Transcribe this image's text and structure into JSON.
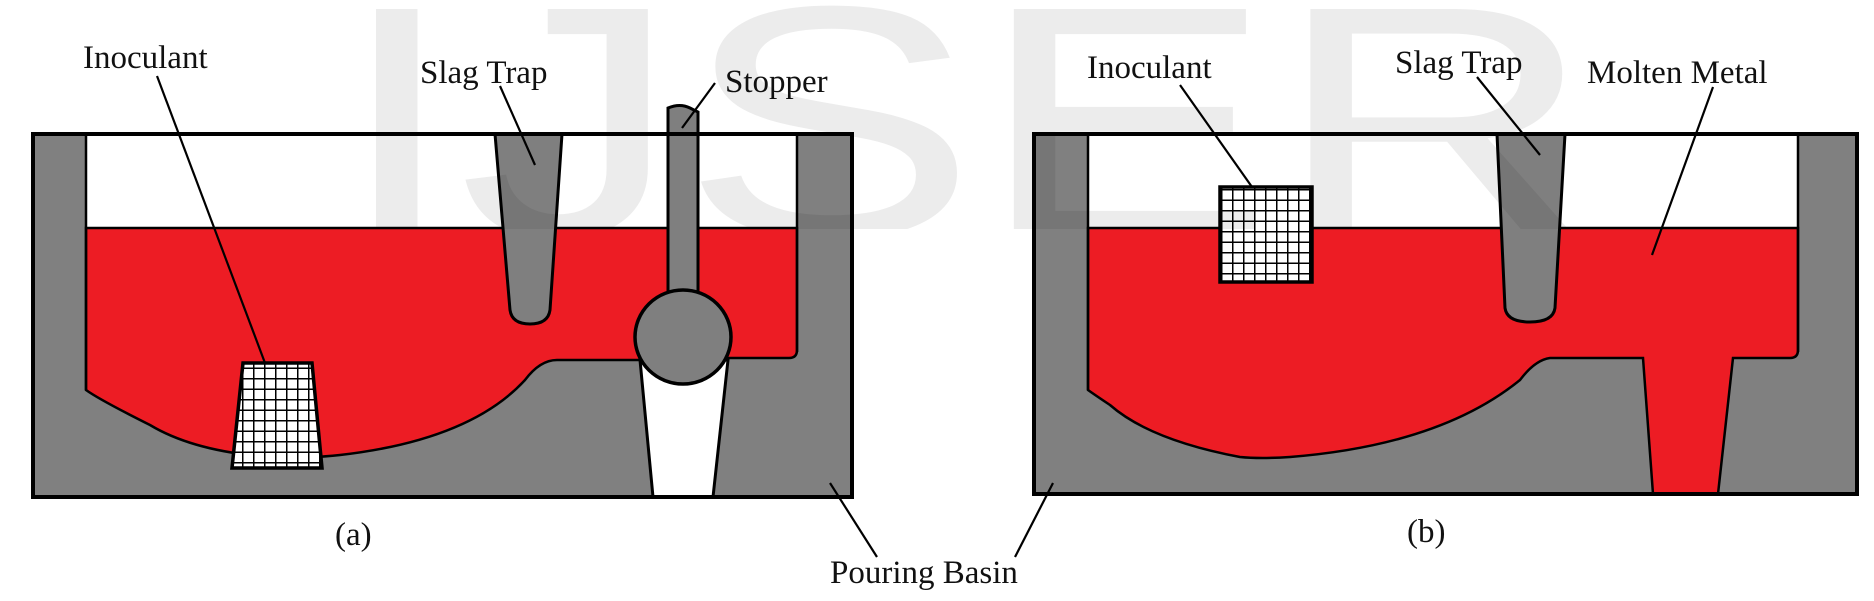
{
  "figure": {
    "watermark": "IJSER",
    "colors": {
      "molten_metal": "#ed1c24",
      "refractory": "#808080",
      "slag_trap": "#7f7f7f",
      "empty": "#ffffff",
      "watermark": "#dcdcdc",
      "outline": "#000000"
    },
    "panel_a": {
      "caption": "(a)",
      "labels": {
        "inoculant": "Inoculant",
        "slag_trap": "Slag Trap",
        "stopper": "Stopper"
      }
    },
    "panel_b": {
      "caption": "(b)",
      "labels": {
        "inoculant": "Inoculant",
        "slag_trap": "Slag Trap",
        "molten_metal": "Molten Metal"
      }
    },
    "shared_label": "Pouring Basin"
  }
}
